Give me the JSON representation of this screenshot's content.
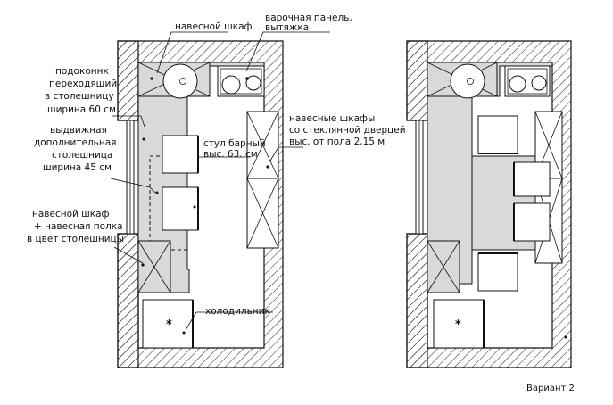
{
  "plan_left": {
    "labels": {
      "wall_cabinet_top": "навесной шкаф",
      "hob_line1": "варочная панель,",
      "hob_line2": "вытяжка",
      "sill_line1": "подоконнк",
      "sill_line2": "переходящий",
      "sill_line3": "в столешницу",
      "sill_line4": "ширина 60 см",
      "wall_glass_line1": "навесные шкафы",
      "wall_glass_line2": "со стеклянной дверцей",
      "wall_glass_line3": "выс. от пола 2,15 м",
      "sliding_line1": "выдвижная",
      "sliding_line2": "дополнительная",
      "sliding_line3": "столешница",
      "sliding_line4": "ширина 45 см",
      "stool_line1": "стул барный",
      "stool_line2": "выс. 63. см",
      "cab_shelf_line1": "навесной шкаф",
      "cab_shelf_line2": "+ навесная полка",
      "cab_shelf_line3": "в цвет столешницы",
      "fridge": "холодильник",
      "fridge_symbol": "*"
    }
  },
  "plan_right": {
    "fridge_symbol": "*"
  },
  "caption": "Вариант 2",
  "colors": {
    "wall_line": "#111111",
    "counter_fill": "#d9d9d9",
    "floor": "#ffffff"
  }
}
